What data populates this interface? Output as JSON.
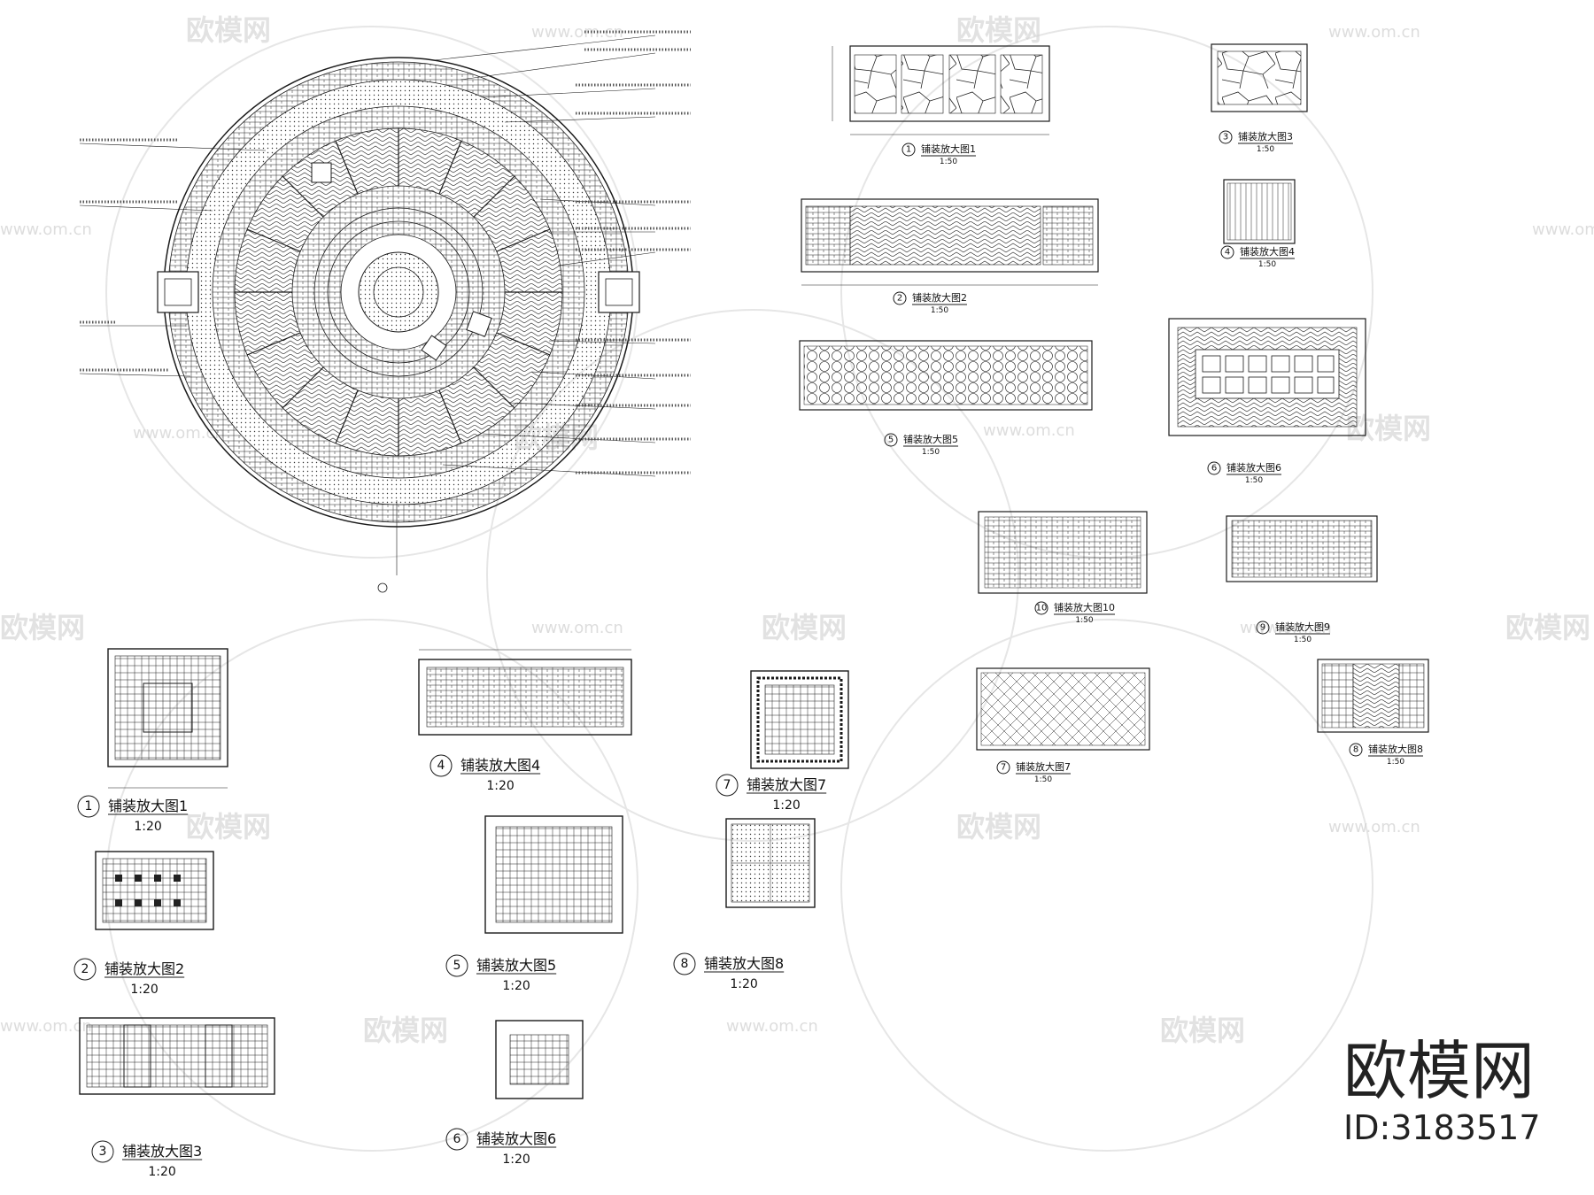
{
  "plan": {
    "title": "",
    "scale": ""
  },
  "details_small": [
    {
      "num": "1",
      "title": "铺装放大图1",
      "scale": "1:50"
    },
    {
      "num": "2",
      "title": "铺装放大图2",
      "scale": "1:50"
    },
    {
      "num": "3",
      "title": "铺装放大图3",
      "scale": "1:50"
    },
    {
      "num": "4",
      "title": "铺装放大图4",
      "scale": "1:50"
    },
    {
      "num": "5",
      "title": "铺装放大图5",
      "scale": "1:50"
    },
    {
      "num": "6",
      "title": "铺装放大图6",
      "scale": "1:50"
    },
    {
      "num": "7",
      "title": "铺装放大图7",
      "scale": "1:50"
    },
    {
      "num": "8",
      "title": "铺装放大图8",
      "scale": "1:50"
    },
    {
      "num": "9",
      "title": "铺装放大图9",
      "scale": "1:50"
    },
    {
      "num": "10",
      "title": "铺装放大图10",
      "scale": "1:50"
    }
  ],
  "details_large": [
    {
      "num": "1",
      "title": "铺装放大图1",
      "scale": "1:20"
    },
    {
      "num": "2",
      "title": "铺装放大图2",
      "scale": "1:20"
    },
    {
      "num": "3",
      "title": "铺装放大图3",
      "scale": "1:20"
    },
    {
      "num": "4",
      "title": "铺装放大图4",
      "scale": "1:20"
    },
    {
      "num": "5",
      "title": "铺装放大图5",
      "scale": "1:20"
    },
    {
      "num": "6",
      "title": "铺装放大图6",
      "scale": "1:20"
    },
    {
      "num": "7",
      "title": "铺装放大图7",
      "scale": "1:20"
    },
    {
      "num": "8",
      "title": "铺装放大图8",
      "scale": "1:20"
    }
  ],
  "watermark": {
    "text": "欧模网",
    "url": "www.om.cn"
  },
  "brand": {
    "name": "欧模网",
    "id": "ID:3183517"
  },
  "colors": {
    "line": "#1a1a1a",
    "watermark": "#cfcfcf",
    "background": "#ffffff"
  }
}
